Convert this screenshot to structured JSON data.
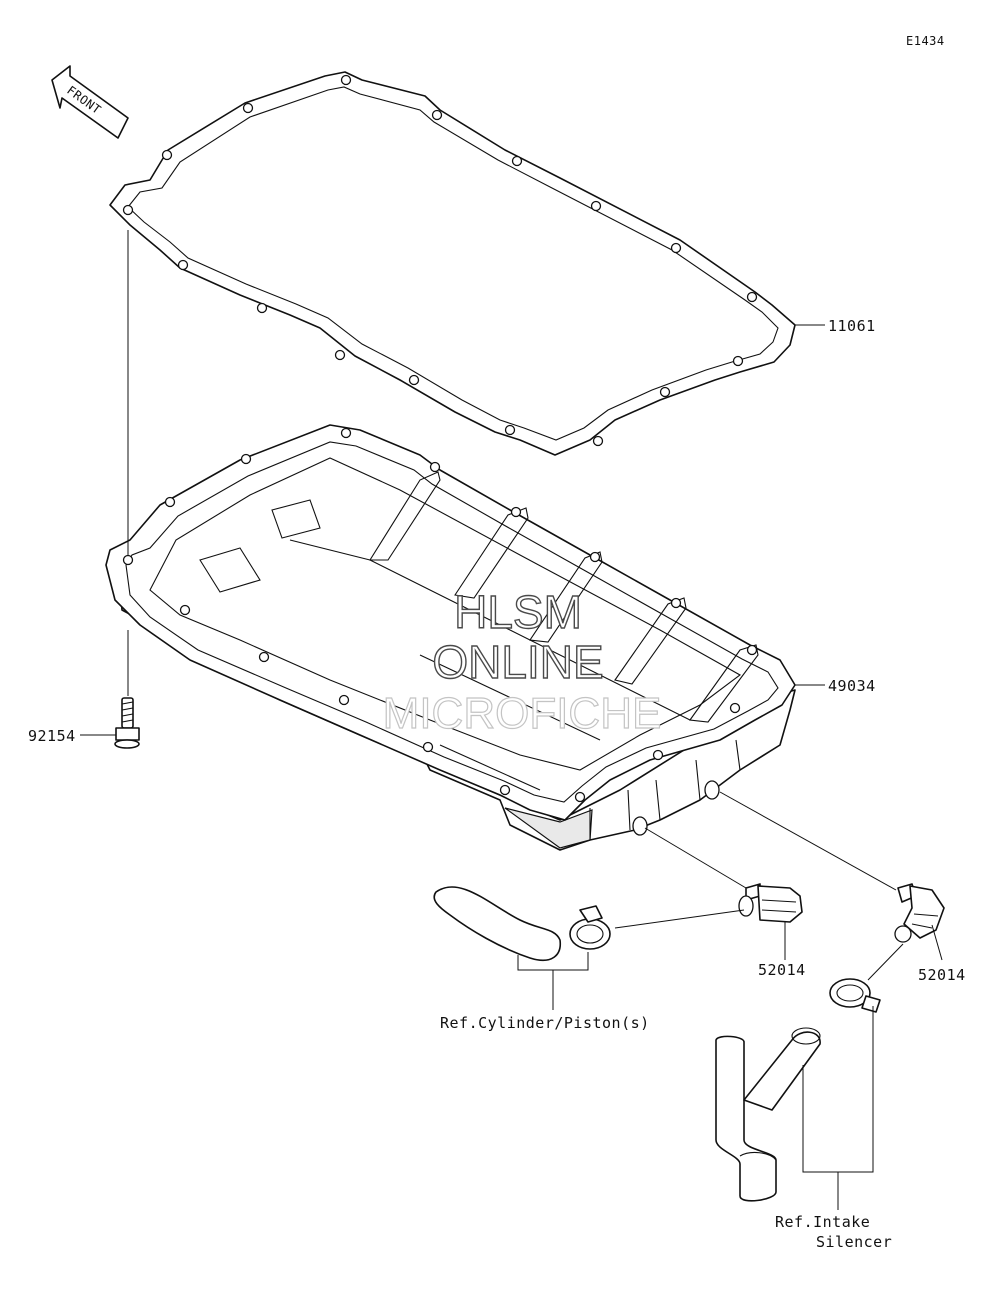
{
  "diagram_code": "E1434",
  "front_arrow": {
    "label": "FRONT",
    "icon": "front-arrow-icon"
  },
  "watermark": {
    "line1": "HLSM",
    "line2": "ONLINE",
    "line3": "MICROFICHE"
  },
  "parts": [
    {
      "id": "gasket",
      "number": "11061"
    },
    {
      "id": "oil-pan",
      "number": "49034"
    },
    {
      "id": "bolt",
      "number": "92154"
    },
    {
      "id": "fitting-left",
      "number": "52014"
    },
    {
      "id": "fitting-right",
      "number": "52014"
    }
  ],
  "references": {
    "cylinder": "Ref.Cylinder/Piston(s)",
    "intake_line1": "Ref.Intake",
    "intake_line2": "Silencer"
  }
}
